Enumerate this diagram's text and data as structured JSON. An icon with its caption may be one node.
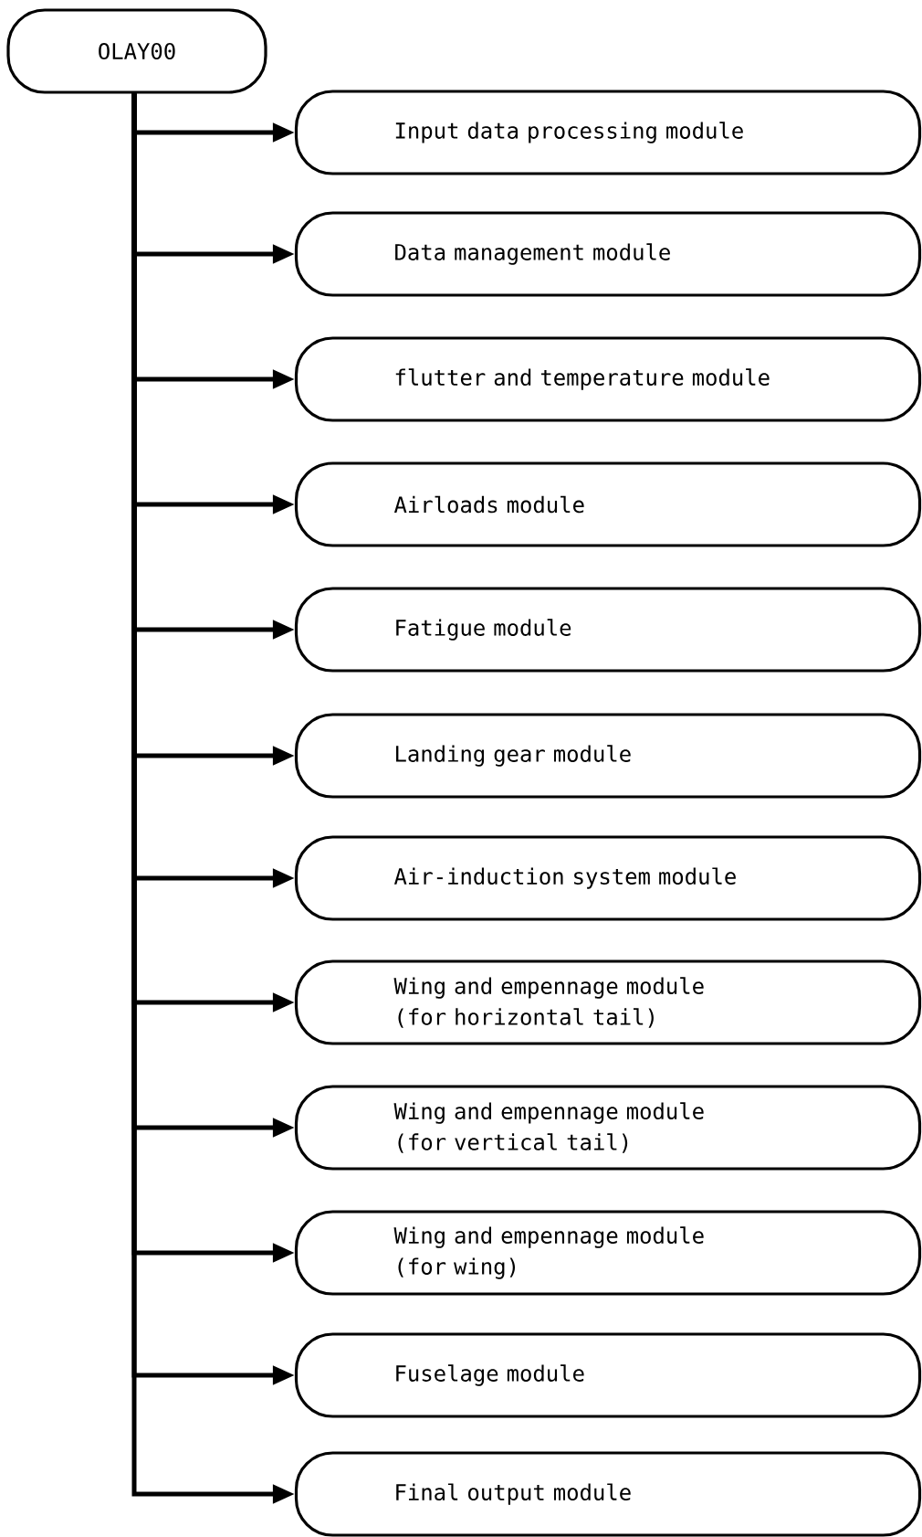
{
  "diagram": {
    "nodes": [
      {
        "text": [
          "OLAY00"
        ]
      },
      {
        "text": [
          "Input data processing module"
        ]
      },
      {
        "text": [
          "Data management module"
        ]
      },
      {
        "text": [
          "flutter and temperature module"
        ]
      },
      {
        "text": [
          "Airloads module"
        ]
      },
      {
        "text": [
          "Fatigue module"
        ]
      },
      {
        "text": [
          "Landing gear module"
        ]
      },
      {
        "text": [
          "Air-induction system module"
        ]
      },
      {
        "text": [
          "Wing and empennage module (for horizontal tail)"
        ]
      },
      {
        "text": [
          "Wing and empennage module (for vertical tail)"
        ]
      },
      {
        "text": [
          "Wing and empennage module (for wing)"
        ]
      },
      {
        "text": [
          "Fuselage module"
        ]
      },
      {
        "text": [
          "Final output module"
        ]
      }
    ],
    "edges": [
      {
        "from": 0,
        "to": 1,
        "arrow": "to"
      },
      {
        "from": 0,
        "to": 2,
        "arrow": "to"
      },
      {
        "from": 0,
        "to": 3,
        "arrow": "to"
      },
      {
        "from": 0,
        "to": 4,
        "arrow": "to"
      },
      {
        "from": 0,
        "to": 5,
        "arrow": "to"
      },
      {
        "from": 0,
        "to": 6,
        "arrow": "to"
      },
      {
        "from": 0,
        "to": 7,
        "arrow": "to"
      },
      {
        "from": 0,
        "to": 8,
        "arrow": "to"
      },
      {
        "from": 0,
        "to": 9,
        "arrow": "to"
      },
      {
        "from": 0,
        "to": 10,
        "arrow": "to"
      },
      {
        "from": 0,
        "to": 11,
        "arrow": "to"
      },
      {
        "from": 0,
        "to": 12,
        "arrow": "to"
      }
    ]
  }
}
